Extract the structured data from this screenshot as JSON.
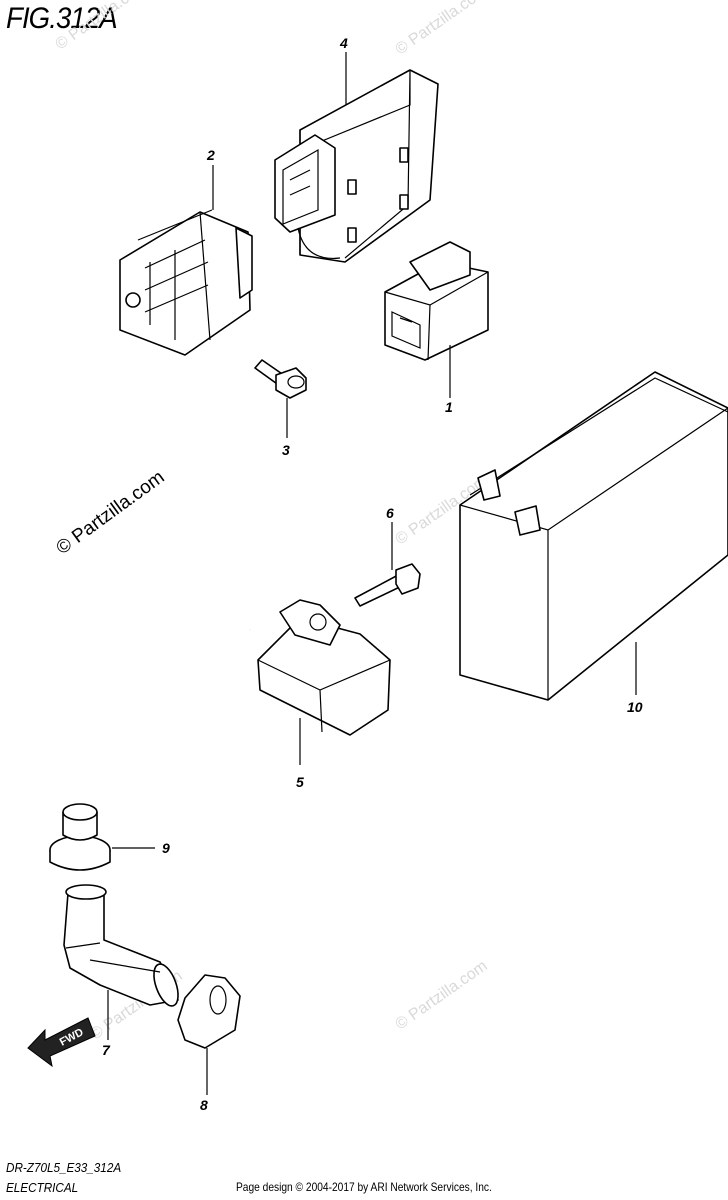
{
  "figure_title": "FIG.312A",
  "watermark": "© Partzilla.com",
  "fwd_label": "FWD",
  "callouts": {
    "c1": "1",
    "c2": "2",
    "c3": "3",
    "c4": "4",
    "c5": "5",
    "c6": "6",
    "c7": "7",
    "c8": "8",
    "c9": "9",
    "c10": "10"
  },
  "footer": {
    "model_code": "DR-Z70L5_E33_312A",
    "section": "ELECTRICAL",
    "page_design": "Page design © 2004-2017 by ARI Network Services, Inc."
  }
}
